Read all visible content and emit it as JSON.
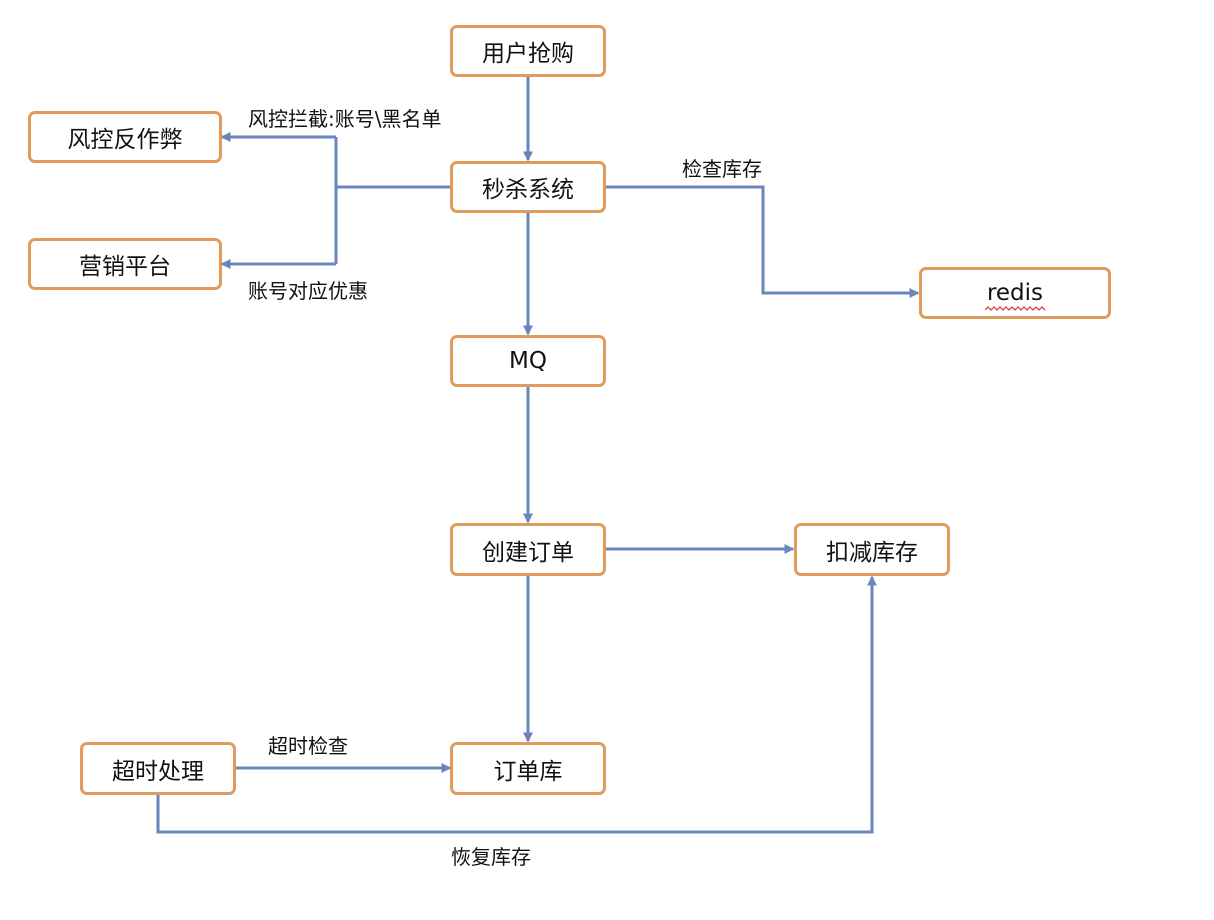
{
  "colors": {
    "node_border": "#df9a5c",
    "connector": "#6a86bd",
    "spellcheck_underline": "#e0403a"
  },
  "nodes": {
    "user_purchase": "用户抢购",
    "risk_control": "风控反作弊",
    "flash_sale_system": "秒杀系统",
    "marketing_platform": "营销平台",
    "redis": "redis",
    "mq": "MQ",
    "create_order": "创建订单",
    "deduct_inventory": "扣减库存",
    "timeout_handler": "超时处理",
    "order_db": "订单库"
  },
  "edge_labels": {
    "risk_intercept": "风控拦截:账号\\黑名单",
    "account_discount": "账号对应优惠",
    "check_inventory": "检查库存",
    "timeout_check": "超时检查",
    "restore_inventory": "恢复库存"
  }
}
